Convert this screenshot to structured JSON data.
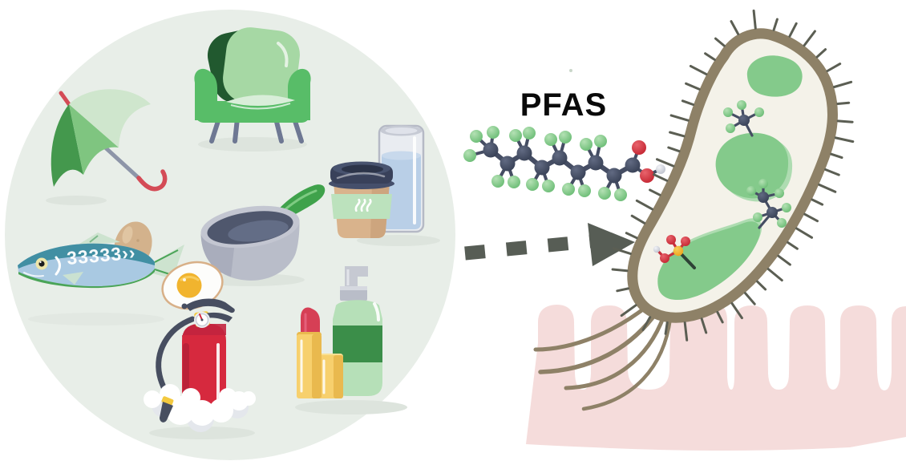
{
  "figure": {
    "kind": "scientific graphical abstract: everyday PFAS sources reaching a gut bacterium on intestinal villi",
    "labels": {
      "pfas": "PFAS",
      "fish_scale_marks": "33333››"
    },
    "left_panel": {
      "name": "everyday-pfas-sources-circle",
      "items": [
        "umbrella",
        "armchair",
        "frying-pan",
        "coffee-cup",
        "water-glass",
        "fish",
        "brown-egg",
        "boiled-egg",
        "fire-extinguisher",
        "foam",
        "lipstick",
        "pump-bottle"
      ]
    },
    "center": {
      "molecule": "pfas-ball-and-stick-molecule",
      "arrow": "dashed-arrow-right"
    },
    "right_panel": {
      "name": "gut-bacterium-on-intestinal-villi",
      "contents": [
        "bacterium",
        "pfas-fragments-inside-bacterium",
        "flagella",
        "cilia",
        "intestinal-villi"
      ]
    },
    "palette": {
      "background": "#ffffff",
      "circle_bg": "#e8eee8",
      "green_dark": "#44984d",
      "green_mid": "#7fc580",
      "green_pale": "#cfe6cd",
      "chair_green": "#58bd68",
      "chair_shadow_green": "#21592f",
      "red": "#d6293e",
      "handle_crimson": "#d44b56",
      "slate": "#474e60",
      "gray_metal": "#b9bdc9",
      "cup_tan": "#d9b38c",
      "lid_navy": "#39415a",
      "water_blue": "#b9cfe7",
      "fish_teal": "#418fa3",
      "fish_belly_green": "#4aa457",
      "yolk_yellow": "#f1b42e",
      "lipstick_yellow": "#f7d06d",
      "lipstick_red": "#d63f55",
      "arrow_gray": "#575d55",
      "molecule_carbon": "#454d63",
      "molecule_fluorine": "#7cc882",
      "molecule_oxygen": "#d63440",
      "molecule_sulfur": "#f0b429",
      "bacterium_outline": "#8e8167",
      "bacterium_body": "#f4f2e9",
      "bacterium_blob_green": "#84ca8b",
      "villi_pink": "#f5dcdb"
    }
  }
}
